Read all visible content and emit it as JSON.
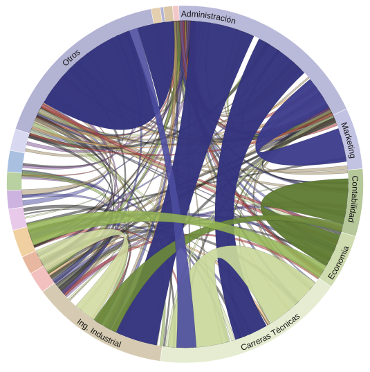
{
  "diagram": {
    "type": "chord",
    "groups": [
      {
        "id": "administracion",
        "label": "Administración",
        "color": "#3a3a8a",
        "ring": "#b9b9d9",
        "a0": -3,
        "a1": 65,
        "labelAt": 8
      },
      {
        "id": "marketing",
        "label": "Marketing",
        "color": "#5656b0",
        "ring": "#c2c2e2",
        "a0": 65,
        "a1": 85,
        "labelAt": 75
      },
      {
        "id": "contabilidad",
        "label": "Contabilidad",
        "color": "#5e7a30",
        "ring": "#b6c79a",
        "a0": 85,
        "a1": 107,
        "labelAt": 95
      },
      {
        "id": "economia",
        "label": "Economia",
        "color": "#8fb14b",
        "ring": "#cfdcaf",
        "a0": 107,
        "a1": 125,
        "labelAt": 117
      },
      {
        "id": "carreras",
        "label": "Carreras Técnicas",
        "color": "#c9d99a",
        "ring": "#e5ecd1",
        "a0": 125,
        "a1": 188,
        "labelAt": 150
      },
      {
        "id": "ing_industrial",
        "label": "Ing. Industrial",
        "color": "#a8946b",
        "ring": "#d6cbb2",
        "a0": 188,
        "a1": 233,
        "labelAt": 210
      },
      {
        "id": "pequenos",
        "label": "",
        "color": "#e6a860",
        "ring": "#f2d9b6",
        "a0": 233,
        "a1": 288,
        "labelAt": 0
      },
      {
        "id": "otros",
        "label": "Otros",
        "color": "#34347e",
        "ring": "#b3b3d4",
        "a0": 288,
        "a1": 357,
        "labelAt": 318
      }
    ],
    "thick_chords": [
      {
        "from": "administracion",
        "to": "ing_industrial",
        "s": [
          2,
          25
        ],
        "t": [
          190,
          205
        ],
        "color": "#34347e",
        "opacity": 0.97
      },
      {
        "from": "administracion",
        "to": "carreras",
        "s": [
          27,
          47
        ],
        "t": [
          150,
          162
        ],
        "color": "#34347e",
        "opacity": 0.97
      },
      {
        "from": "administracion",
        "to": "marketing",
        "s": [
          50,
          62
        ],
        "t": [
          70,
          82
        ],
        "color": "#3a3a8a",
        "opacity": 0.95
      },
      {
        "from": "otros",
        "to": "otros",
        "s": [
          300,
          340
        ],
        "t": [
          343,
          356
        ],
        "color": "#34347e",
        "opacity": 0.98
      },
      {
        "from": "contabilidad",
        "to": "economia",
        "s": [
          88,
          104
        ],
        "t": [
          108,
          120
        ],
        "color": "#5e7a30",
        "opacity": 0.95
      },
      {
        "from": "carreras",
        "to": "carreras",
        "s": [
          127,
          148
        ],
        "t": [
          164,
          186
        ],
        "color": "#cad99c",
        "opacity": 0.92
      },
      {
        "from": "contabilidad",
        "to": "ing_industrial",
        "s": [
          104,
          107
        ],
        "t": [
          205,
          214
        ],
        "color": "#6c8a39",
        "opacity": 0.9
      },
      {
        "from": "otros",
        "to": "carreras",
        "s": [
          340,
          343
        ],
        "t": [
          176,
          183
        ],
        "color": "#4c4ca0",
        "opacity": 0.9
      },
      {
        "from": "ing_industrial",
        "to": "pequenos",
        "s": [
          214,
          222
        ],
        "t": [
          238,
          246
        ],
        "color": "#cfd99d",
        "opacity": 0.85
      },
      {
        "from": "economia",
        "to": "pequenos",
        "s": [
          120,
          125
        ],
        "t": [
          248,
          256
        ],
        "color": "#94b453",
        "opacity": 0.85
      }
    ],
    "thin_chords": {
      "count": 140,
      "palette": [
        "#2b2b2b",
        "#5a5aa8",
        "#7fa03f",
        "#c9d99a",
        "#a8946b",
        "#b23b3b",
        "#e6a860",
        "#404040",
        "#8b5fa0",
        "#3a3a8a"
      ]
    }
  }
}
